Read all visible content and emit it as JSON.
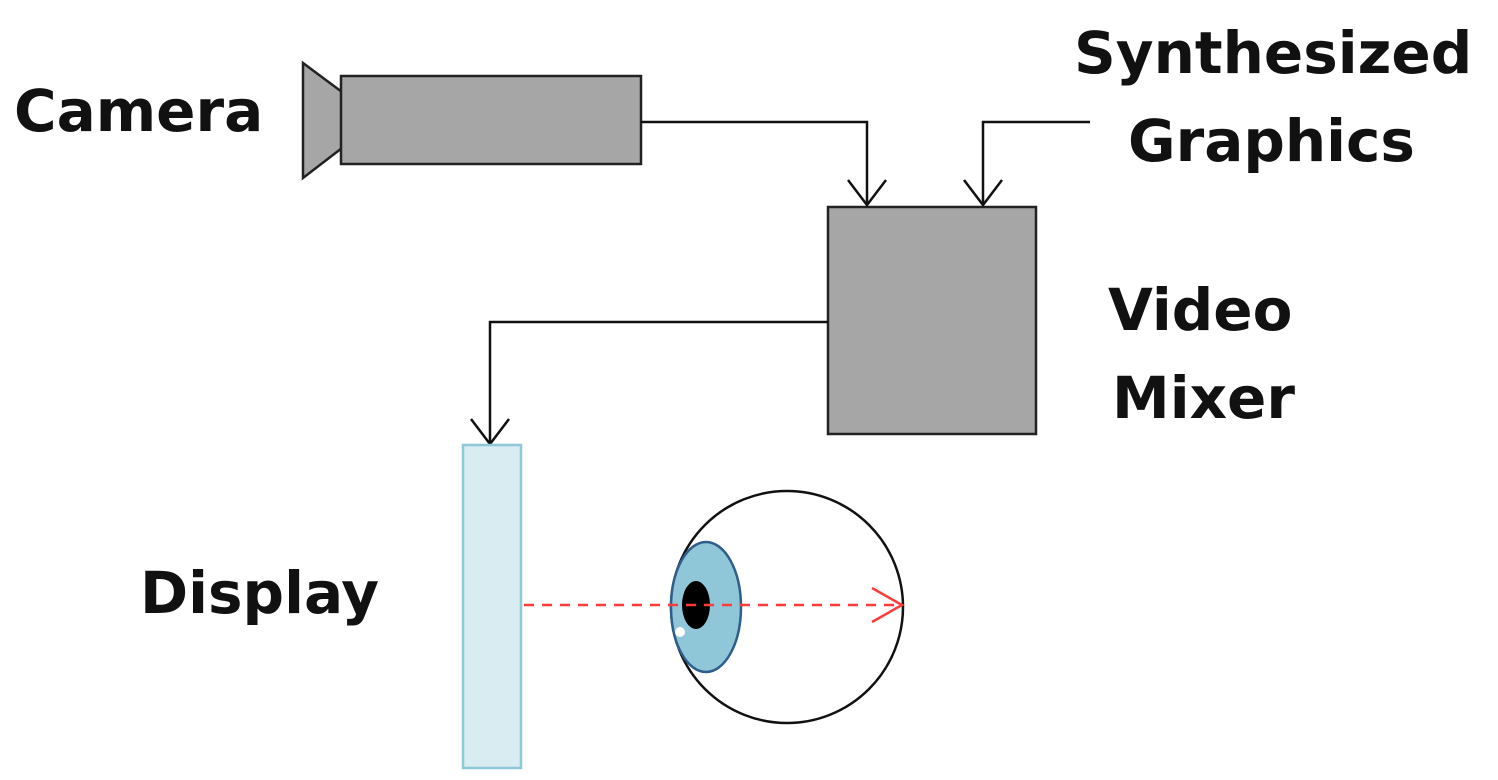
{
  "labels": {
    "camera": "Camera",
    "graphics_line1": "Synthesized",
    "graphics_line2": "Graphics",
    "mixer_line1": "Video",
    "mixer_line2": "Mixer",
    "display": "Display"
  },
  "colors": {
    "box_fill": "#a6a6a6",
    "display_fill": "#d9ecf2",
    "display_stroke": "#8fc8d8",
    "iris_fill": "#8fc7d9",
    "iris_stroke": "#2f5e8c",
    "ray": "#ff3a3a"
  }
}
